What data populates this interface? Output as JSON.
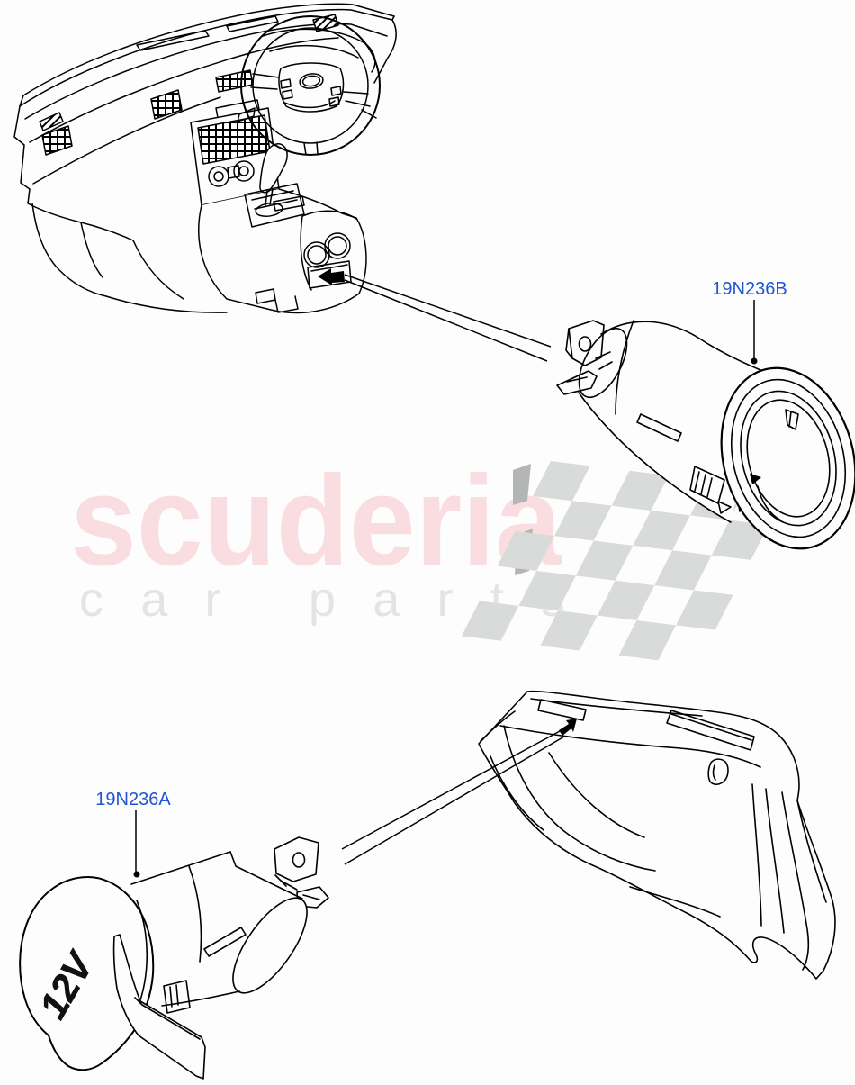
{
  "page": {
    "background": "#fcfdfc",
    "line_color": "#000000"
  },
  "label_color": "#2254d4",
  "watermark": {
    "brand": "scuderia",
    "tagline": "car parts",
    "brand_color": "#fadde0",
    "tagline_color": "#e3e5e4",
    "flag_color": "#d9dbda",
    "flag_accent_color": "#b3b6b5"
  },
  "parts": {
    "socket_rear": {
      "label": "19N236B",
      "location": "centre-console"
    },
    "socket_front": {
      "label": "19N236A",
      "cap_text": "12V",
      "location": "luggage-compartment-trim"
    }
  }
}
